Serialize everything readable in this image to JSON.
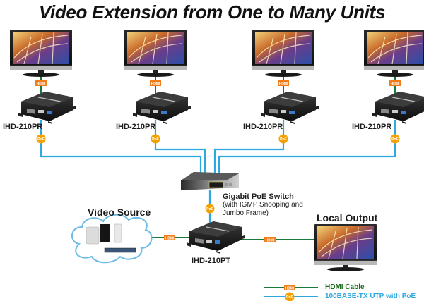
{
  "title": "Video Extension from One to Many Units",
  "colors": {
    "hdmi_line": "#1a7a3c",
    "utp_line": "#2ea8e0",
    "hdmi_badge": "#f07d1a",
    "poe_badge": "#f5a000",
    "cloud_stroke": "#6cbce8",
    "legend_hdmi_text": "#1a6b1a",
    "legend_utp_text": "#2ea8e0"
  },
  "receivers": [
    {
      "model": "IHD-210PR",
      "hdmi_badge": "HDMI",
      "poe_badge": "PoE"
    },
    {
      "model": "IHD-210PR",
      "hdmi_badge": "HDMI",
      "poe_badge": "PoE"
    },
    {
      "model": "IHD-210PR",
      "hdmi_badge": "HDMI",
      "poe_badge": "PoE"
    },
    {
      "model": "IHD-210PR",
      "hdmi_badge": "HDMI",
      "poe_badge": "PoE"
    }
  ],
  "switch": {
    "title": "Gigabit PoE Switch",
    "line2": "(with IGMP Snooping and",
    "line3": "Jumbo Frame)",
    "poe_badge": "PoE"
  },
  "transmitter": {
    "model": "IHD-210PT"
  },
  "video_source": {
    "label": "Video Source",
    "hdmi_badge": "HDMI",
    "devices": [
      "apple-tv",
      "game-console",
      "xbox-console",
      "dvd-player"
    ]
  },
  "local_output": {
    "label": "Local Output",
    "hdmi_badge": "HDMI"
  },
  "legend": [
    {
      "badge": "HDMI",
      "text": "HDMI Cable",
      "type": "hdmi"
    },
    {
      "badge": "PoE",
      "text": "100BASE-TX UTP with PoE",
      "type": "utp"
    }
  ]
}
